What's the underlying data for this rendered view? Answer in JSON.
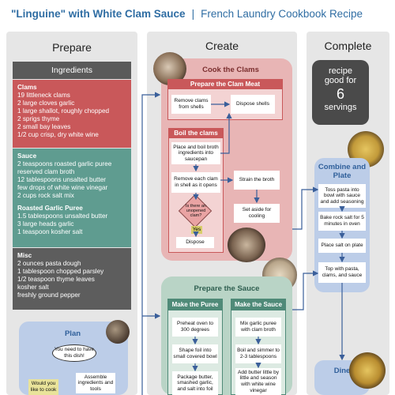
{
  "title": {
    "dish": "\"Linguine\" with White Clam Sauce",
    "separator": "|",
    "source": "French Laundry Cookbook Recipe"
  },
  "columns": {
    "prepare": "Prepare",
    "create": "Create",
    "complete": "Complete"
  },
  "ingredients": {
    "header": "Ingredients",
    "clams": {
      "heading": "Clams",
      "items": [
        "19 littleneck clams",
        "2 large cloves garlic",
        "1 large shallot, roughly chopped",
        "2 sprigs thyme",
        "2 small bay leaves",
        "1/2 cup crisp, dry white wine"
      ]
    },
    "sauce": {
      "heading": "Sauce",
      "items": [
        "2 teaspoons roasted garlic puree",
        "reserved clam broth",
        "12 tablespoons unsalted butter",
        "few drops of white wine vinegar",
        "2 cups rock salt mix"
      ]
    },
    "garlic": {
      "heading": "Roasted Garlic Puree",
      "items": [
        "1.5 tablespoons unsalted butter",
        "3 large heads garlic",
        "1 teaspoon kosher salt"
      ]
    },
    "misc": {
      "heading": "Misc",
      "items": [
        "2 ounces pasta dough",
        "1 tablespoon chopped parsley",
        "1/2 teaspoon thyme leaves",
        "kosher salt",
        "freshly ground pepper"
      ]
    }
  },
  "plan": {
    "title": "Plan",
    "bubble": "You need to have this dish!",
    "question": "Would you like to cook",
    "step": "Assemble ingredients and tools"
  },
  "cook_clams": {
    "title": "Cook the Clams",
    "prepare_meat": {
      "title": "Prepare the Clam Meat",
      "remove": "Remove clams from shells",
      "dispose": "Dispose shells"
    },
    "boil": {
      "title": "Boil the clams",
      "place": "Place and boil broth ingredients into saucepan",
      "remove_each": "Remove each clam in shell as it opens",
      "question": "Is there an unopened clam?",
      "yes": "Yes",
      "dispose": "Dispose"
    },
    "strain": "Strain the broth",
    "set_aside": "Set aside for cooling"
  },
  "prepare_sauce": {
    "title": "Prepare the Sauce",
    "puree": {
      "title": "Make the Puree",
      "steps": [
        "Preheat oven to 300 degrees",
        "Shape foil into small covered bowl",
        "Package butter, smashed garlic, and salt into foil"
      ]
    },
    "sauce": {
      "title": "Make the Sauce",
      "steps": [
        "Mix garlic puree with clam broth",
        "Boil and simmer to 2-3 tablespoons",
        "Add butter little by little and season with white wine vinegar"
      ]
    }
  },
  "serving": {
    "recipe": "recipe",
    "good_for": "good for",
    "count": "6",
    "unit": "servings"
  },
  "combine": {
    "title": "Combine and Plate",
    "steps": [
      "Toss pasta into bowl with sauce and add seasoning",
      "Bake rock salt for 5 minutes in oven",
      "Place salt on plate",
      "Top with pasta, clams, and sauce"
    ]
  },
  "dine": {
    "title": "Dine"
  },
  "colors": {
    "clams": "#c9585a",
    "sauce": "#5f9c90",
    "misc": "#5d5d5d",
    "title": "#2f6da3",
    "blue_section": "#bccde8",
    "pink_section": "#e8b5b5",
    "green_section": "#b9d4c6"
  },
  "icons": [
    "clam-photo-icon",
    "pasta-photo-icon",
    "sauce-photo-icon",
    "plan-photo-icon"
  ]
}
